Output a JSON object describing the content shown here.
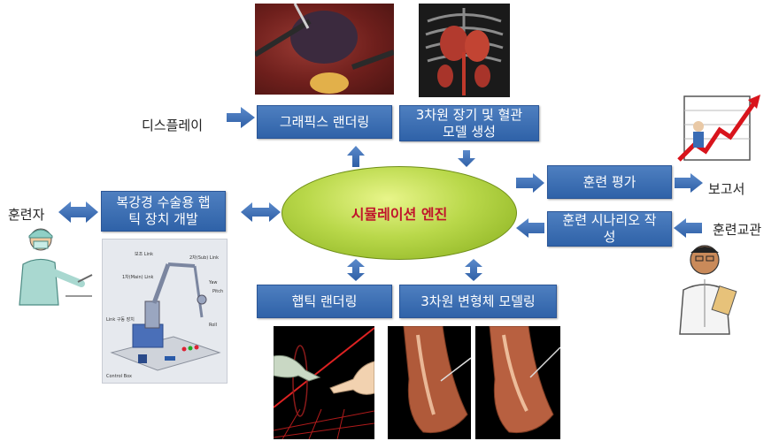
{
  "engine": {
    "label": "시뮬레이션 엔진"
  },
  "boxes": {
    "graphics_rendering": "그래픽스 랜더링",
    "organ_model": "3차원 장기 및 혈관 모델 생성",
    "training_eval": "훈련 평가",
    "scenario": "훈련 시나리오 작성",
    "haptic_device": "복강경 수술용 햅틱 장치 개발",
    "haptic_rendering": "햅틱 랜더링",
    "deformable_model": "3차원 변형체 모델링"
  },
  "labels": {
    "display": "디스플레이",
    "report": "보고서",
    "trainer": "훈련자",
    "instructor": "훈련교관"
  },
  "device_drawing": {
    "parts": [
      "보조 Link",
      "1차(Main) Link",
      "2차(Sub) Link",
      "Yaw",
      "Pitch",
      "Roll",
      "Link 구동 장치",
      "Control Box"
    ]
  },
  "colors": {
    "box": "#3a6cb4",
    "arrow": "#3f6fb5",
    "engine": "#a9c93a",
    "engine_text": "#c0142b"
  }
}
